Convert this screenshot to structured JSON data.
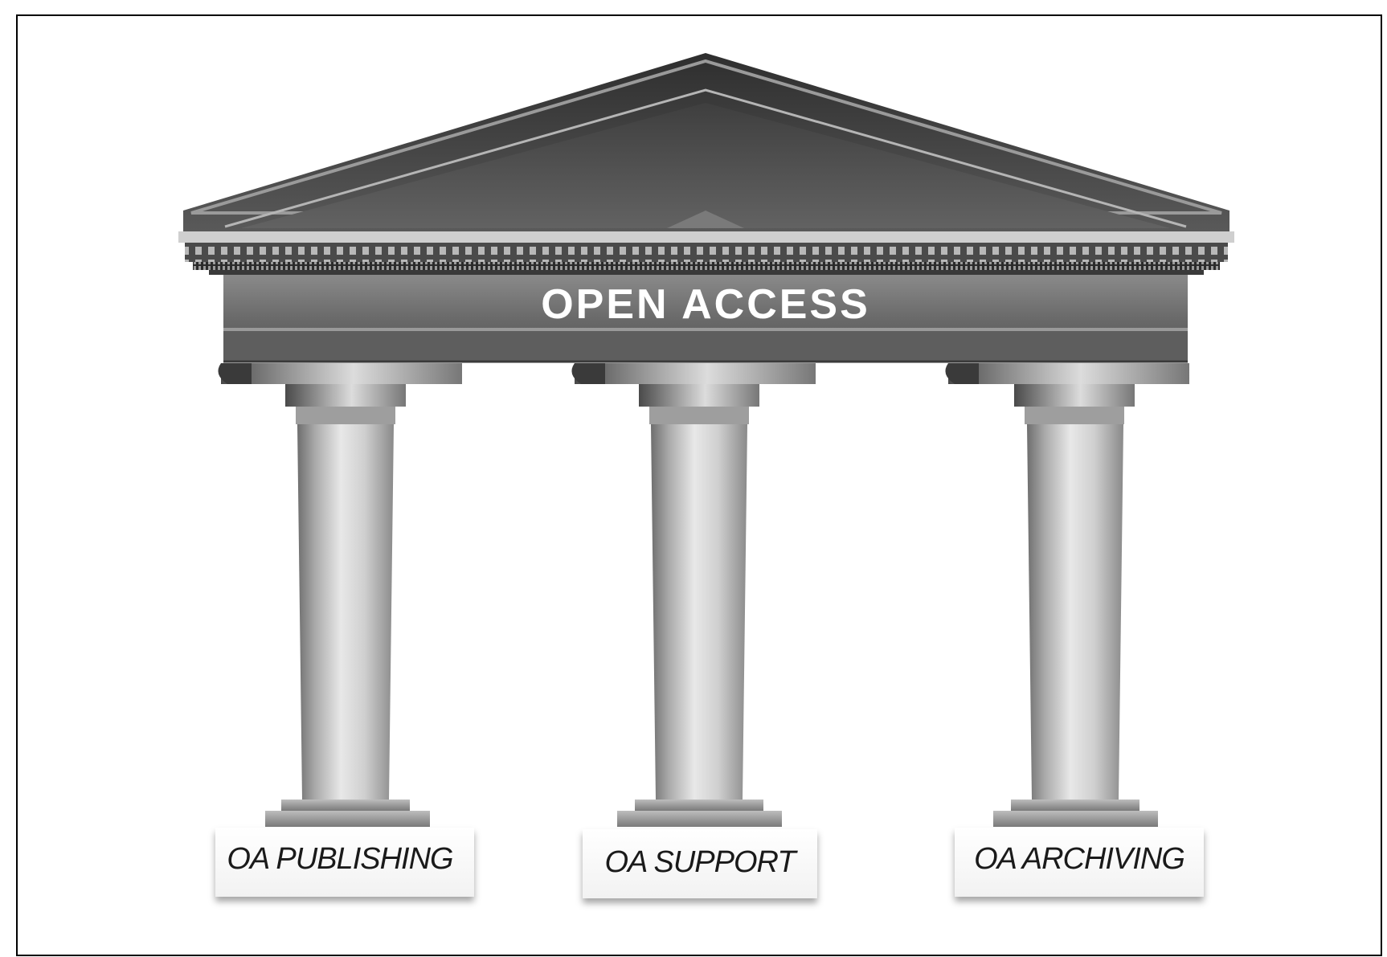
{
  "diagram": {
    "roof_label": "OPEN ACCESS",
    "pillars": [
      {
        "label": "OA PUBLISHING"
      },
      {
        "label": "OA SUPPORT"
      },
      {
        "label": "OA ARCHIVING"
      }
    ]
  },
  "colors": {
    "stone_dark": "#3c3c3c",
    "stone_mid": "#8a8a8a",
    "stone_light": "#e6e6e6",
    "label_text": "#ffffff"
  }
}
